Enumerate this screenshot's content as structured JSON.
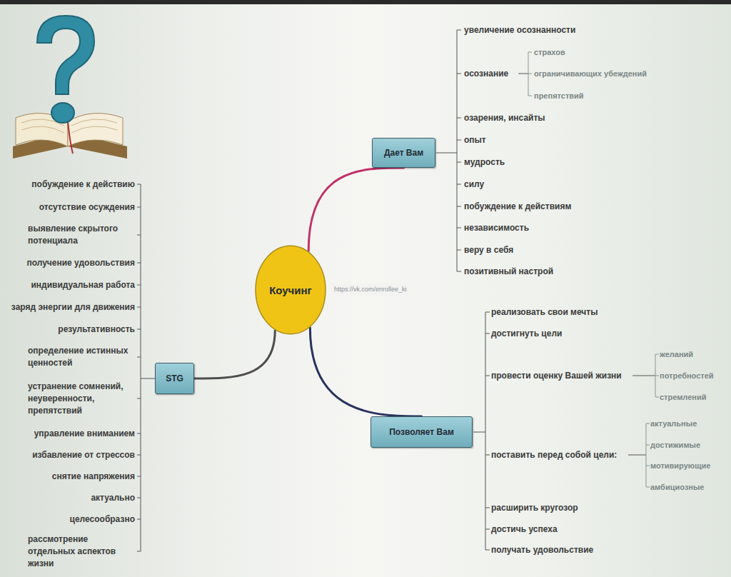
{
  "diagram": {
    "nodes": [
      {
        "text": [
          "Коучинг"
        ]
      },
      {
        "text": [
          "Дает Вам"
        ]
      },
      {
        "text": [
          "Позволяет Вам"
        ]
      },
      {
        "text": [
          "STG"
        ]
      }
    ],
    "edges": [
      {
        "from": 0,
        "to": 1,
        "arrow": "none"
      },
      {
        "from": 0,
        "to": 2,
        "arrow": "none"
      },
      {
        "from": 0,
        "to": 3,
        "arrow": "none"
      }
    ],
    "labels": [
      "увеличение осознанности",
      "осознание",
      "страхов",
      "ограничивающих убеждений",
      "препятствий",
      "озарения, инсайты",
      "опыт",
      "мудрость",
      "силу",
      "побуждение к действиям",
      "независимость",
      "веру в себя",
      "позитивный настрой",
      "побуждение к действию",
      "отсутствие осуждения",
      "выявление скрытого потенциала",
      "получение удовольствия",
      "индивидуальная работа",
      "заряд энергии для движения",
      "результативность",
      "определение истинных ценностей",
      "устранение сомнений, неуверенности, препятствий",
      "управление вниманием",
      "избавление от стрессов",
      "снятие напряжения",
      "актуально",
      "целесообразно",
      "рассмотрение отдельных аспектов жизни",
      "реализовать свои мечты",
      "достигнуть цели",
      "провести оценку Вашей жизни",
      "желаний",
      "потребностей",
      "стремлений",
      "поставить перед собой цели:",
      "актуальные",
      "достижимые",
      "мотивирующие",
      "амбициозные",
      "расширить кругозор",
      "достичь успеха",
      "получать удовольствие",
      "https://vk.com/enrollee_ki"
    ]
  }
}
